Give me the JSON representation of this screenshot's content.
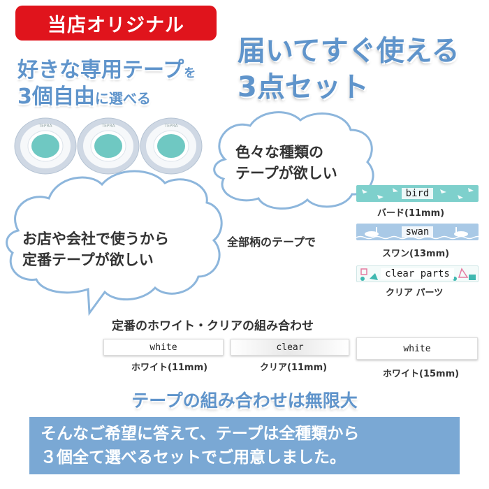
{
  "badge": {
    "text": "当店オリジナル"
  },
  "headline_left": {
    "line1_main": "好きな専用テープ",
    "line1_small": "を",
    "line2_main": "3個自由",
    "line2_small": "に選べる"
  },
  "headline_right": {
    "line1": "届いてすぐ使える",
    "line2": "3点セット"
  },
  "tape_rolls": {
    "brand": "TEPRA"
  },
  "bubble_top": {
    "line1": "色々な種類の",
    "line2": "テープが欲しい"
  },
  "bubble_left": {
    "line1": "お店や会社で使うから",
    "line2": "定番テープが欲しい"
  },
  "pattern_label": "全部柄のテープで",
  "pattern_tapes": [
    {
      "tape_text": "bird",
      "caption": "バード(11mm)"
    },
    {
      "tape_text": "swan",
      "caption": "スワン(13mm)"
    },
    {
      "tape_text": "clear parts",
      "caption": "クリア パーツ"
    }
  ],
  "combo_title": "定番のホワイト・クリアの組み合わせ",
  "plain_tapes": [
    {
      "tape_text": "white",
      "caption": "ホワイト(11mm)"
    },
    {
      "tape_text": "clear",
      "caption": "クリア(11mm)"
    },
    {
      "tape_text": "white",
      "caption": "ホワイト(15mm)"
    }
  ],
  "unlimited_text": "テープの組み合わせは無限大",
  "bottom_box": {
    "line1": "そんなご希望に答えて、テープは全種類から",
    "line2": "３個全て選べるセットでご用意しました。"
  },
  "colors": {
    "accent_red": "#e0141c",
    "headline_blue": "#5f94cb",
    "box_blue": "#7aa8d4",
    "bubble_stroke": "#8db6dc",
    "tape_teal": "#7ed0cc"
  }
}
